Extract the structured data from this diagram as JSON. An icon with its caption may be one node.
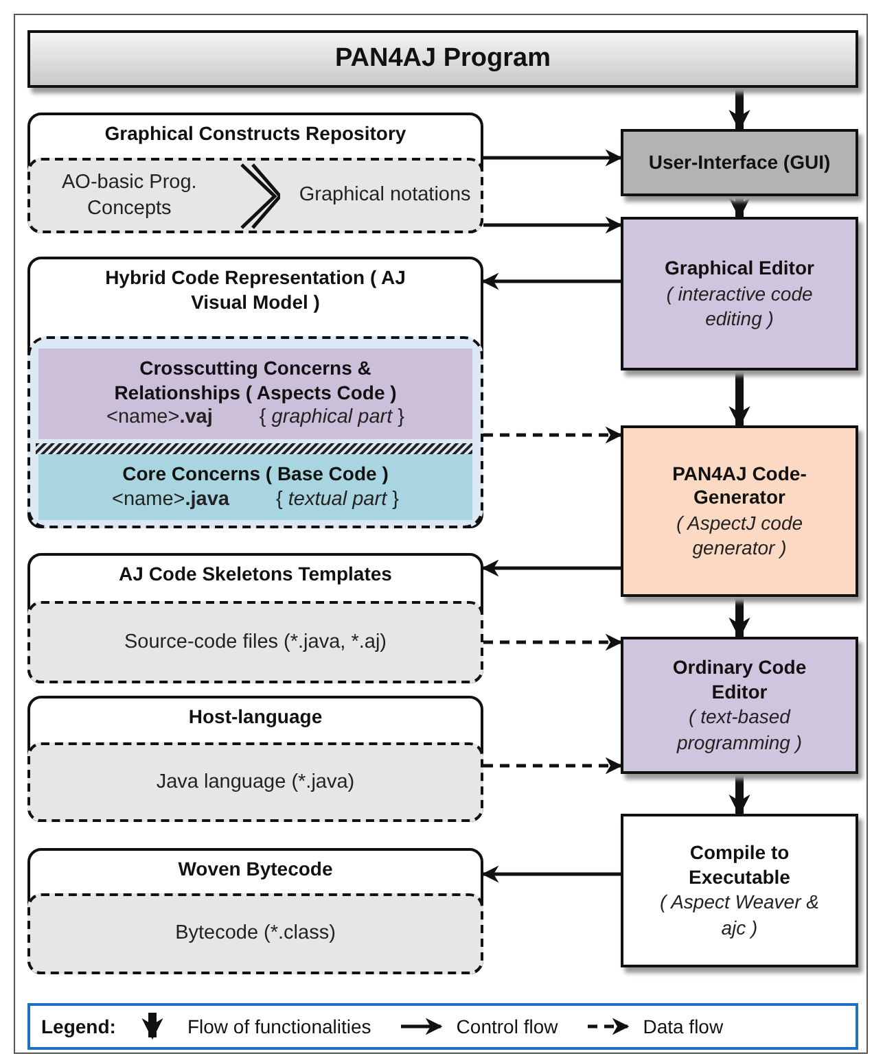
{
  "diagram": {
    "nodes": [
      {
        "text": [
          "PAN4AJ Program"
        ]
      },
      {
        "text": [
          "Graphical Constructs Repository"
        ]
      },
      {
        "text": [
          "AO-basic Prog. Concepts",
          "Graphical notations"
        ],
        "in": 1
      },
      {
        "text": [
          "Hybrid Code Representation ( AJ Visual Model )"
        ]
      },
      {
        "text": [],
        "shape": "box",
        "in": 3
      },
      {
        "text": [
          "**Crosscutting Concerns** & **Relationships ( Aspects Code )**",
          "<name>**.vaj**",
          "{ *graphical part* }"
        ],
        "in": 4
      },
      {
        "text": [
          "Core Concerns ( Base Code )",
          "<name>**.java**",
          "{ *textual part* }"
        ],
        "in": 4
      },
      {
        "text": [
          "AJ Code Skeletons Templates"
        ]
      },
      {
        "text": [
          "Source-code files (*.java, *.aj)"
        ],
        "in": 7
      },
      {
        "text": [
          "Host-language"
        ]
      },
      {
        "text": [
          "Java language (*.java)"
        ],
        "in": 9
      },
      {
        "text": [
          "Woven Bytecode"
        ]
      },
      {
        "text": [
          "Bytecode (*.class)"
        ],
        "in": 11
      },
      {
        "text": [
          "User-Interface (GUI)"
        ]
      },
      {
        "text": [
          "Graphical Editor",
          "( interactive code editing )"
        ]
      },
      {
        "text": [
          "PAN4AJ Code-Generator",
          "( AspectJ code generator )"
        ]
      },
      {
        "text": [
          "Ordinary Code Editor",
          "( text-based programming )"
        ]
      },
      {
        "text": [
          "Compile to Executable",
          "( Aspect Weaver & ajc )"
        ]
      }
    ],
    "edges": [
      {
        "from": 0,
        "to": 13,
        "arrow": "to",
        "style": "thick"
      },
      {
        "from": 13,
        "to": 14,
        "arrow": "to",
        "style": "thick"
      },
      {
        "from": 14,
        "to": 15,
        "arrow": "to",
        "style": "thick"
      },
      {
        "from": 15,
        "to": 16,
        "arrow": "to",
        "style": "thick"
      },
      {
        "from": 16,
        "to": 17,
        "arrow": "to",
        "style": "thick"
      },
      {
        "from": 1,
        "to": 13,
        "arrow": "to"
      },
      {
        "from": 1,
        "to": 14,
        "arrow": "to"
      },
      {
        "from": 14,
        "to": 3,
        "arrow": "to"
      },
      {
        "from": 4,
        "to": 15,
        "arrow": "to",
        "style": "dashed"
      },
      {
        "from": 15,
        "to": 7,
        "arrow": "to"
      },
      {
        "from": 8,
        "to": 16,
        "arrow": "to",
        "style": "dashed"
      },
      {
        "from": 10,
        "to": 16,
        "arrow": "to",
        "style": "dashed"
      },
      {
        "from": 17,
        "to": 11,
        "arrow": "to"
      }
    ],
    "labels": [
      "Legend:"
    ],
    "legend": [
      {
        "text": "Flow of functionalities"
      },
      {
        "text": "Control flow"
      },
      {
        "text": "Data flow"
      }
    ]
  }
}
